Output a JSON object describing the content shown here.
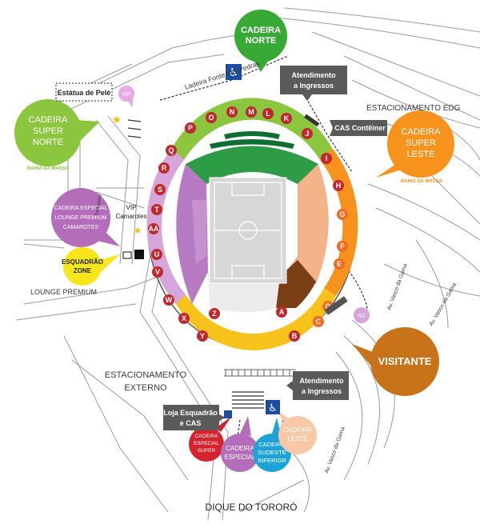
{
  "colors": {
    "road": "#9a9a9a",
    "north": "#2e9b47",
    "north_dark": "#0f6e32",
    "north_ring": "#8cc63e",
    "west": "#b77bc3",
    "west_ring": "#d6a6db",
    "east": "#f4b48a",
    "east_ring": "#f7931d",
    "southeast": "#7a3f14",
    "south_ring": "#f6c21b",
    "gate_red": "#c1272d",
    "gate_green": "#39a935",
    "gate_orange": "#f26b21",
    "gray_box": "#5a5a5a",
    "field": "#d7d7d7"
  },
  "gates": {
    "M": "M",
    "L": "L",
    "K": "K",
    "J": "J",
    "I": "I",
    "H": "H",
    "G": "G",
    "F": "F",
    "E": "E",
    "D": "D",
    "C": "C",
    "B": "B",
    "A": "A",
    "N": "N",
    "O": "O",
    "P": "P",
    "Q": "Q",
    "R": "R",
    "S": "S",
    "T": "T",
    "AA": "AA",
    "U": "U",
    "V": "V",
    "W": "W",
    "X": "X",
    "Y": "Y",
    "Z": "Z"
  },
  "bubbles": {
    "cadeira_norte": [
      "CADEIRA",
      "NORTE"
    ],
    "cadeira_super_norte": [
      "CADEIRA",
      "SUPER",
      "NORTE"
    ],
    "cadeira_super_leste": [
      "CADEIRA",
      "SUPER",
      "LESTE"
    ],
    "cadeira_especial_lounge": [
      "CADEIRA ESPECIAL",
      "LOUNGE PREMIUM",
      "CAMAROTES"
    ],
    "esquadrao_zone": [
      "ESQUADRÃO",
      "ZONE"
    ],
    "visitante": "VISITANTE",
    "cadeira_especial_super": [
      "CADEIRA",
      "ESPECIAL",
      "SUPER"
    ],
    "cadeira_especial": [
      "CADEIRA",
      "ESPECIAL"
    ],
    "cadeira_sudeste_inferior": [
      "CADEIRA",
      "SUDESTE",
      "INFERIOR"
    ],
    "cadeira_leste": [
      "CADEIRA",
      "LESTE"
    ],
    "vip_top": "VIP",
    "n2": "N2"
  },
  "boxes": {
    "atendimento_top": [
      "Atendimento",
      "a Ingressos"
    ],
    "cas_conteiner": "CAS Contêiner",
    "atendimento_bottom": [
      "Atendimento",
      "a Ingressos"
    ],
    "loja": [
      "Loja Esquadrão",
      "e CAS"
    ]
  },
  "labels": {
    "estatua": "Estátua de Pelé",
    "ladeira": "Ladeira Fonte das Pedras",
    "estacionamento_edg": "ESTACIONAMENTO EDG",
    "bahia_massa_left": "BAHIA DA MASSA",
    "bahia_massa_right": "BAHIA DA MASSA",
    "vip_camarotes": [
      "VIP",
      "Camarotes"
    ],
    "lounge_premium": "LOUNGE PREMIUM",
    "estacionamento_externo": [
      "ESTACIONAMENTO",
      "EXTERNO"
    ],
    "av_vasco_1": "Av. Vasco da Gama",
    "av_vasco_2": "Av. Vasco da Gama",
    "av_vasco_3": "Av. Vasco da Gama",
    "dique": "DIQUE DO TORORÓ",
    "samapaio": "Samapaio"
  }
}
